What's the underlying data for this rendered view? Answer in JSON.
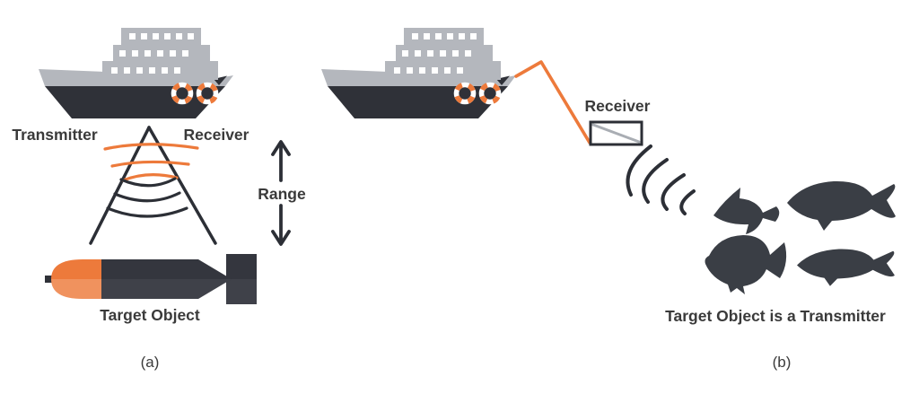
{
  "figure": {
    "description": "Two-panel sonar diagram: active sonar with ship transmitter/receiver ranging a torpedo, and passive towed receiver listening to fish",
    "panel_a": {
      "caption": "(a)",
      "transmitter_label": "Transmitter",
      "receiver_label": "Receiver",
      "range_label": "Range",
      "target_label": "Target Object"
    },
    "panel_b": {
      "caption": "(b)",
      "receiver_label": "Receiver",
      "target_label": "Target Object is a Transmitter"
    }
  },
  "icons": {
    "ship": "ship-icon",
    "lifebuoy": "lifebuoy-icon",
    "sonar_cone": "sonar-beam-icon",
    "transmit_waves": "transmit-wave-icon",
    "echo_waves": "echo-wave-icon",
    "range_arrow": "range-arrow-icon",
    "torpedo": "torpedo-icon",
    "tow_cable": "tow-cable-icon",
    "receiver_box": "receiver-box-icon",
    "sound_waves": "sound-wave-icon",
    "fish": "fish-icon"
  },
  "colors": {
    "orange": "#ED7A3B",
    "hull": "#2F3138",
    "dark": "#34363E",
    "gray": "#B4B7BD",
    "fish": "#3A3E45",
    "wave": "#2C2F36",
    "text": "#3A3A3A",
    "window": "#FFFFFF",
    "diagonal": "#A9ADB3",
    "background": "#FFFFFF"
  }
}
